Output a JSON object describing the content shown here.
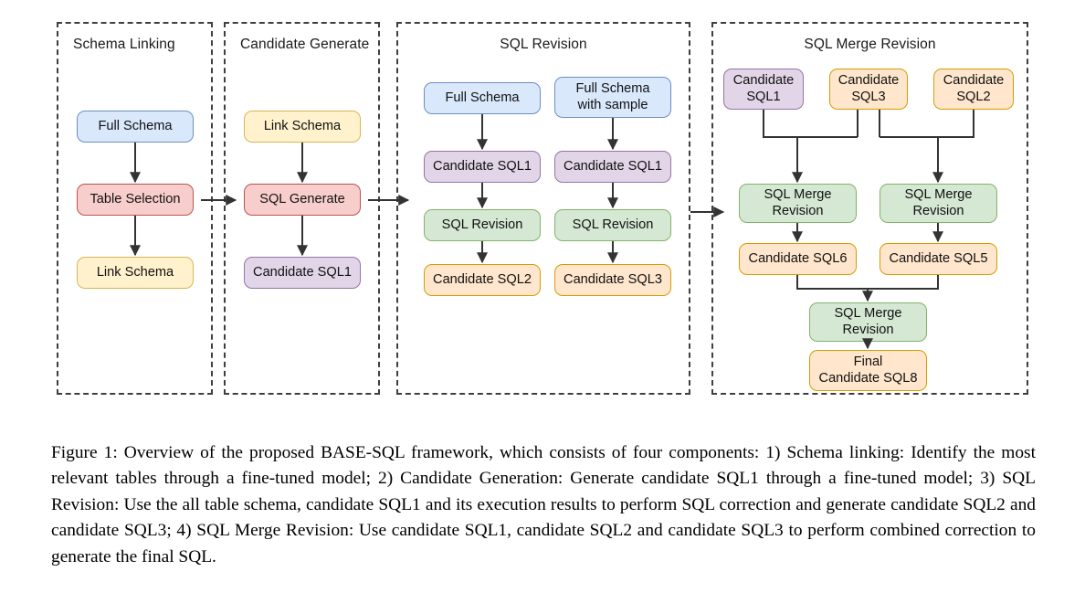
{
  "figure": {
    "panels": [
      {
        "title": "Schema Linking",
        "title_align": "left"
      },
      {
        "title": "Candidate Generate",
        "title_align": "left"
      },
      {
        "title": "SQL Revision",
        "title_align": "center"
      },
      {
        "title": "SQL Merge Revision",
        "title_align": "center"
      }
    ],
    "nodes": {
      "p1_full_schema": "Full Schema",
      "p1_table_selection": "Table Selection",
      "p1_link_schema": "Link Schema",
      "p2_link_schema": "Link Schema",
      "p2_sql_generate": "SQL Generate",
      "p2_candidate_sql1": "Candidate SQL1",
      "p3_full_schema": "Full Schema",
      "p3_candidate_sql1_a": "Candidate SQL1",
      "p3_sql_revision_a": "SQL Revision",
      "p3_candidate_sql2": "Candidate SQL2",
      "p3_full_schema_sample": "Full Schema\nwith sample",
      "p3_candidate_sql1_b": "Candidate SQL1",
      "p3_sql_revision_b": "SQL Revision",
      "p3_candidate_sql3": "Candidate SQL3",
      "p4_candidate_sql1": "Candidate\nSQL1",
      "p4_candidate_sql3": "Candidate\nSQL3",
      "p4_candidate_sql2": "Candidate\nSQL2",
      "p4_merge_left": "SQL Merge\nRevision",
      "p4_merge_right": "SQL Merge\nRevision",
      "p4_candidate_sql6": "Candidate SQL6",
      "p4_candidate_sql5": "Candidate SQL5",
      "p4_merge_final": "SQL Merge\nRevision",
      "p4_final_sql8": "Final\nCandidate SQL8"
    },
    "colors": {
      "blue_fill": "#dae8fc",
      "blue_stroke": "#6c8ebf",
      "red_fill": "#f8cecc",
      "red_stroke": "#b85450",
      "yellow_fill": "#fff2cc",
      "yellow_stroke": "#d6b656",
      "purple_fill": "#e1d5e7",
      "purple_stroke": "#9673a6",
      "green_fill": "#d5e8d4",
      "green_stroke": "#82b366",
      "orange_fill": "#ffe6cc",
      "orange_stroke": "#d79b00",
      "panel_border": "#3f3f3f",
      "arrow": "#333333"
    }
  },
  "caption": {
    "text": "Figure 1: Overview of the proposed BASE-SQL framework, which consists of four components: 1) Schema linking: Identify the most relevant tables through a fine-tuned model; 2) Candidate Generation: Generate candidate SQL1 through a fine-tuned model; 3) SQL Revision: Use the all table schema, candidate SQL1 and its execution results to perform SQL correction and generate candidate SQL2 and candidate SQL3; 4) SQL Merge Revision: Use candidate SQL1, candidate SQL2 and candidate SQL3 to perform combined correction to generate the final SQL."
  }
}
